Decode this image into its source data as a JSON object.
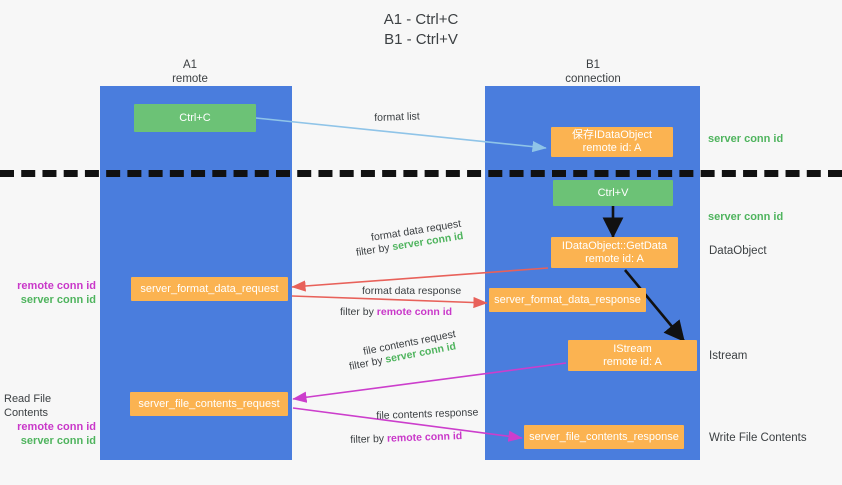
{
  "title": {
    "line1": "A1 - Ctrl+C",
    "line2": "B1 - Ctrl+V"
  },
  "colors": {
    "lane": "#4a7ddd",
    "green_box": "#6cc276",
    "orange_box": "#fbb351",
    "green_text": "#4fb45e",
    "magenta_text": "#c938c9",
    "arrow_blue": "#8fc4e8",
    "arrow_red": "#e8615a",
    "arrow_magenta": "#cc3ecc",
    "arrow_black": "#111111",
    "divider": "#111111",
    "background": "#f7f7f7"
  },
  "columns": [
    {
      "id": "a1",
      "title": "A1",
      "subtitle": "remote"
    },
    {
      "id": "b1",
      "title": "B1",
      "subtitle": "connection"
    }
  ],
  "boxes": {
    "ctrl_c": {
      "line1": "Ctrl+C",
      "line2": ""
    },
    "save_idataobject": {
      "line1": "保存IDataObject",
      "line2": "remote id: A"
    },
    "ctrl_v": {
      "line1": "Ctrl+V",
      "line2": ""
    },
    "getdata": {
      "line1": "IDataObject::GetData",
      "line2": "remote id: A"
    },
    "fmt_req": {
      "line1": "server_format_data_request",
      "line2": ""
    },
    "fmt_resp": {
      "line1": "server_format_data_response",
      "line2": ""
    },
    "istream": {
      "line1": "IStream",
      "line2": "remote id: A"
    },
    "file_req": {
      "line1": "server_file_contents_request",
      "line2": ""
    },
    "file_resp": {
      "line1": "server_file_contents_response",
      "line2": ""
    }
  },
  "arrow_captions": {
    "format_list": "format list",
    "format_data_request": "format data request",
    "format_data_response": "format data response",
    "file_contents_request": "file contents request",
    "file_contents_response": "file contents response",
    "filter_by": "filter by ",
    "server_conn_id": "server conn id",
    "remote_conn_id": "remote conn id"
  },
  "right_labels": {
    "server_conn_id_top": "server conn id",
    "server_conn_id_mid": "server conn id",
    "dataobject": "DataObject",
    "istream": "Istream",
    "write_file_contents": "Write File Contents"
  },
  "left_labels": {
    "remote_conn_id_1": "remote conn id",
    "server_conn_id_1": "server conn id",
    "read_file_contents": "Read File Contents",
    "remote_conn_id_2": "remote conn id",
    "server_conn_id_2": "server conn id"
  }
}
